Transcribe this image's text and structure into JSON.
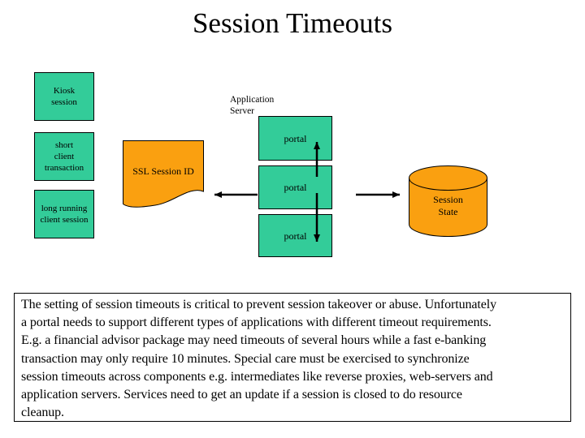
{
  "title": "Session Timeouts",
  "colors": {
    "box_green": "#33CC99",
    "shape_orange": "#FAA010",
    "outline": "#000000",
    "arrow": "#000000",
    "background": "#FFFFFF"
  },
  "client_boxes": [
    {
      "id": "kiosk-session",
      "lines": [
        "Kiosk",
        "session"
      ]
    },
    {
      "id": "short-client-transaction",
      "lines": [
        "short",
        "client",
        "transaction"
      ]
    },
    {
      "id": "long-running-client-session",
      "lines": [
        "long running",
        "client session"
      ]
    }
  ],
  "app_server_label": {
    "lines": [
      "Application",
      "Server"
    ]
  },
  "ssl_doc": {
    "label": "SSL Session ID"
  },
  "portal_boxes": [
    {
      "label": "portal"
    },
    {
      "label": "portal"
    },
    {
      "label": "portal"
    }
  ],
  "session_state": {
    "lines": [
      "Session",
      "State"
    ]
  },
  "description": {
    "lines": [
      "The setting of session timeouts is critical to prevent session takeover or abuse. Unfortunately",
      "a portal needs to support different types of applications with different timeout requirements.",
      "E.g. a financial advisor package may need timeouts of several hours while a fast e-banking",
      "transaction may only require 10 minutes. Special care must be exercised to synchronize",
      "session timeouts across components e.g. intermediates like reverse proxies, web-servers and",
      "application servers. Services need to get an update if a session is closed to do resource",
      "cleanup."
    ]
  }
}
